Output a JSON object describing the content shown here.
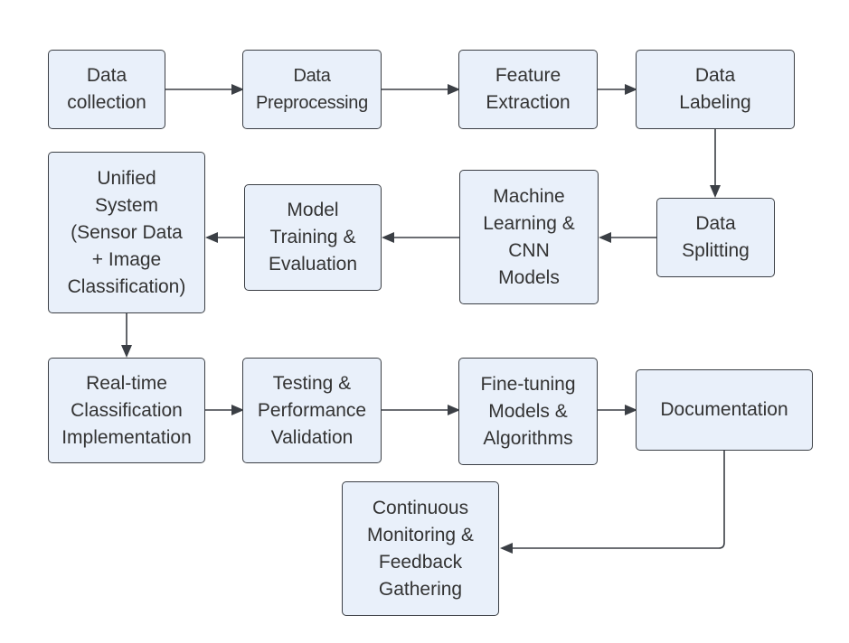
{
  "diagram": {
    "colors": {
      "box_fill": "#e9f0fa",
      "box_stroke": "#3b3f45",
      "arrow": "#3b3f45",
      "text": "#333333"
    },
    "nodes": {
      "data_collection": "Data\ncollection",
      "data_preprocessing": "Data\nPreprocessing",
      "feature_extraction": "Feature\nExtraction",
      "data_labeling": "Data\nLabeling",
      "data_splitting": "Data\nSplitting",
      "ml_cnn_models": "Machine\nLearning &\nCNN\nModels",
      "model_training": "Model\nTraining &\nEvaluation",
      "unified_system": "Unified\nSystem\n(Sensor Data\n+ Image\nClassification)",
      "realtime_classification": "Real-time\nClassification\nImplementation",
      "testing_validation": "Testing &\nPerformance\nValidation",
      "fine_tuning": "Fine-tuning\nModels &\nAlgorithms",
      "documentation": "Documentation",
      "continuous_monitoring": "Continuous\nMonitoring &\nFeedback\nGathering"
    },
    "edges": [
      {
        "from": "data_collection",
        "to": "data_preprocessing"
      },
      {
        "from": "data_preprocessing",
        "to": "feature_extraction"
      },
      {
        "from": "feature_extraction",
        "to": "data_labeling"
      },
      {
        "from": "data_labeling",
        "to": "data_splitting"
      },
      {
        "from": "data_splitting",
        "to": "ml_cnn_models"
      },
      {
        "from": "ml_cnn_models",
        "to": "model_training"
      },
      {
        "from": "model_training",
        "to": "unified_system"
      },
      {
        "from": "unified_system",
        "to": "realtime_classification"
      },
      {
        "from": "realtime_classification",
        "to": "testing_validation"
      },
      {
        "from": "testing_validation",
        "to": "fine_tuning"
      },
      {
        "from": "fine_tuning",
        "to": "documentation"
      },
      {
        "from": "documentation",
        "to": "continuous_monitoring"
      }
    ]
  }
}
